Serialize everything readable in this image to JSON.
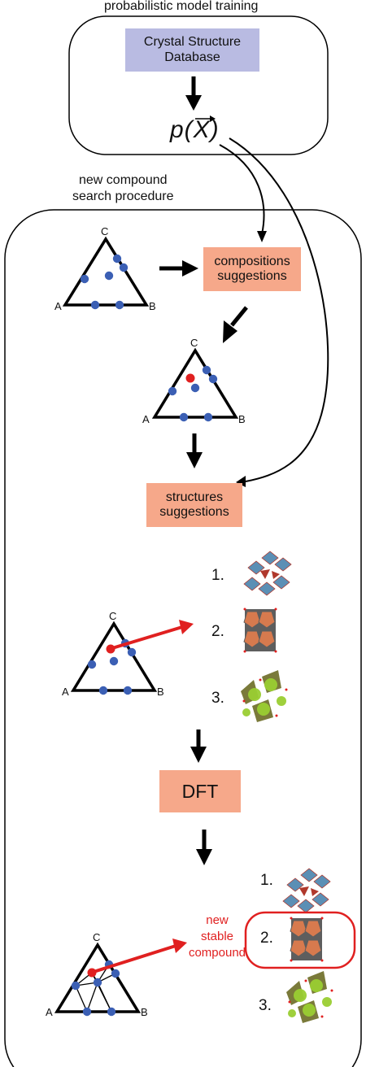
{
  "header": {
    "training_title": "probabilistic model training"
  },
  "training": {
    "database_line1": "Crystal Structure",
    "database_line2": "Database",
    "model_symbol": "p(X)"
  },
  "search": {
    "title_line1": "new compound",
    "title_line2": "search procedure",
    "compositions_line1": "compositions",
    "compositions_line2": "suggestions",
    "structures_line1": "structures",
    "structures_line2": "suggestions",
    "dft_label": "DFT",
    "ranks": [
      "1.",
      "2.",
      "3."
    ],
    "new_stable_line1": "new",
    "new_stable_line2": "stable",
    "new_stable_line3": "compound"
  },
  "triangle_vertices": {
    "a": "A",
    "b": "B",
    "c": "C"
  },
  "colors": {
    "database_box": "#b9bbe2",
    "suggestion_box": "#f6a88a",
    "point_blue": "#3b5fb4",
    "point_red": "#e02020",
    "arrow_red": "#e02020",
    "highlight_red": "#e02020",
    "crystal_blue": "#5b8fb5",
    "crystal_red": "#b0382c",
    "crystal_orange": "#d77a4e",
    "crystal_gray": "#5e5e5e",
    "crystal_green": "#9acd32",
    "crystal_olive": "#7a7a3a"
  }
}
